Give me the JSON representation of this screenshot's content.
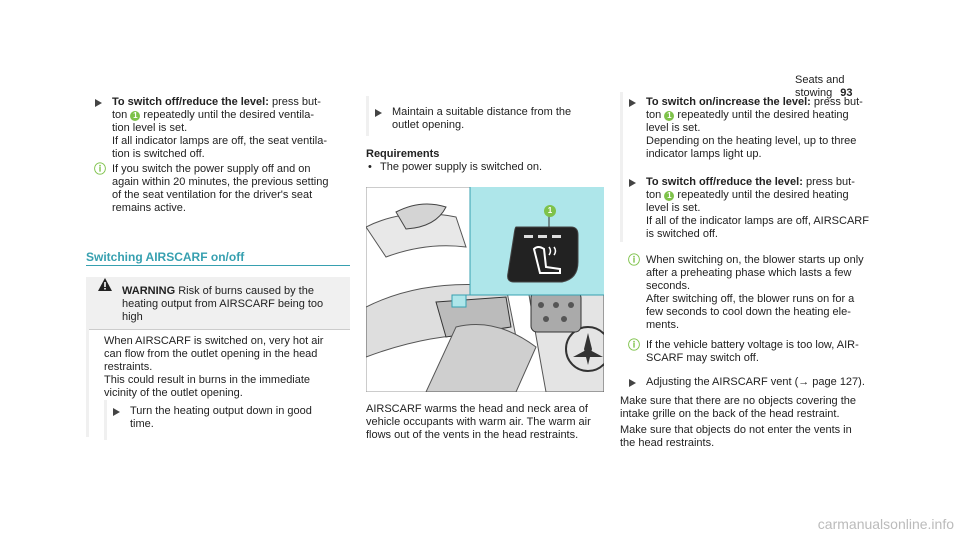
{
  "header": {
    "section": "Seats and stowing",
    "page_number": "93"
  },
  "col1": {
    "step1_bold": "To switch off/reduce the level:",
    "step1_a": " press but-",
    "step1_b1": "ton ",
    "callout": "1",
    "step1_b2": " repeatedly until the desired ventila-",
    "step1_c": "tion level is set.",
    "step1_d": "If all indicator lamps are off, the seat ventila-",
    "step1_e": "tion is switched off.",
    "note1_a": "If you switch the power supply off and on",
    "note1_b": "again within 20 minutes, the previous setting",
    "note1_c": "of the seat ventilation for the driver's seat",
    "note1_d": "remains active.",
    "heading": "Switching AIRSCARF on/off",
    "warn_title": "WARNING",
    "warn_a": " Risk of burns caused by the",
    "warn_b": "heating output from AIRSCARF being too",
    "warn_c": "high",
    "warn_p1": "When AIRSCARF is switched on, very hot air",
    "warn_p2": "can flow from the outlet opening in the head",
    "warn_p3": "restraints.",
    "warn_p4": "This could result in burns in the immediate",
    "warn_p5": "vicinity of the outlet opening.",
    "warn_step_a": "Turn the heating output down in good",
    "warn_step_b": "time."
  },
  "col2": {
    "step_a": "Maintain a suitable distance from the",
    "step_b": "outlet opening.",
    "req_heading": "Requirements",
    "req_item": "The power supply is switched on.",
    "fig_callout": "1",
    "caption_a": "AIRSCARF warms the head and neck area of",
    "caption_b": "vehicle occupants with warm air. The warm air",
    "caption_c": "flows out of the vents in the head restraints."
  },
  "col3": {
    "s1_bold": "To switch on/increase the level:",
    "s1_a": " press but-",
    "s1_b1": "ton ",
    "s1_b2": " repeatedly until the desired heating",
    "s1_c": "level is set.",
    "s1_d": "Depending on the heating level, up to three",
    "s1_e": "indicator lamps light up.",
    "s2_bold": "To switch off/reduce the level:",
    "s2_a": " press but-",
    "s2_b1": "ton ",
    "s2_b2": " repeatedly until the desired heating",
    "s2_c": "level is set.",
    "s2_d": "If all of the indicator lamps are off, AIRSCARF",
    "s2_e": "is switched off.",
    "n1_a": "When switching on, the blower starts up only",
    "n1_b": "after a preheating phase which lasts a few",
    "n1_c": "seconds.",
    "n1_d": "After switching off, the blower runs on for a",
    "n1_e": "few seconds to cool down the heating ele-",
    "n1_f": "ments.",
    "n2_a": "If the vehicle battery voltage is too low, AIR-",
    "n2_b": "SCARF may switch off.",
    "s3_a": "Adjusting the AIRSCARF vent (",
    "s3_arrow": "→",
    "s3_b": " page 127).",
    "p1_a": "Make sure that there are no objects covering the",
    "p1_b": "intake grille on the back of the head restraint.",
    "p2_a": "Make sure that objects do not enter the vents in",
    "p2_b": "the head restraints."
  },
  "footer": {
    "watermark": "carmanualsonline.info"
  },
  "colors": {
    "accent_teal": "#37a0b0",
    "callout_green": "#7ec24a",
    "highlight_cyan": "#aee6ea"
  }
}
